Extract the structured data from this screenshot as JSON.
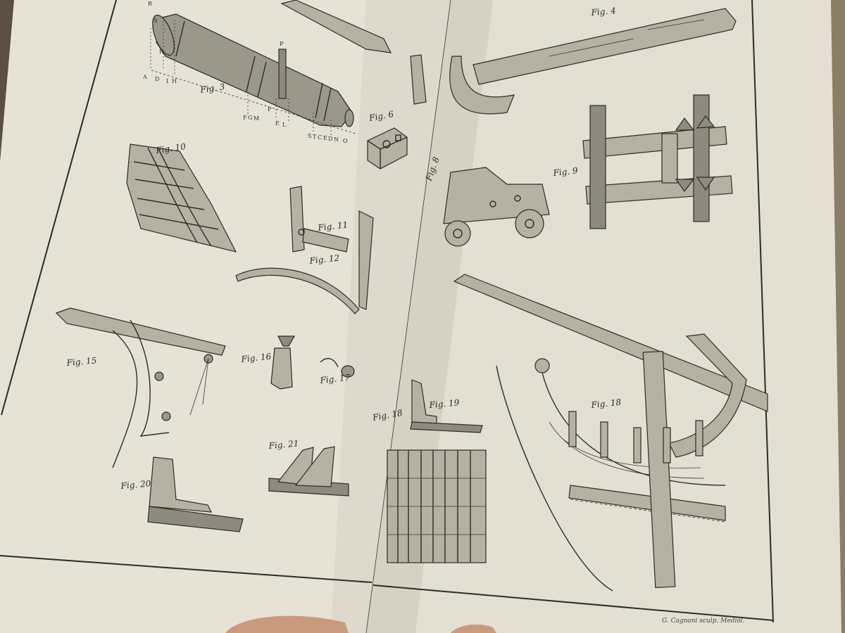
{
  "colors": {
    "paper": "#e6e1d5",
    "paper_shadow": "#cfc8b8",
    "ink": "#2e2b27",
    "background": "#4a4136"
  },
  "figures": {
    "fig3": "Fig. 3",
    "fig4": "Fig. 4",
    "fig6": "Fig. 6",
    "fig8": "Fig. 8",
    "fig9": "Fig. 9",
    "fig10": "Fig. 10",
    "fig11": "Fig. 11",
    "fig12": "Fig. 12",
    "fig15": "Fig. 15",
    "fig16": "Fig. 16",
    "fig17": "Fig. 17",
    "fig18_right": "Fig. 18",
    "fig18_left": "Fig. 18",
    "fig19": "Fig. 19",
    "fig20": "Fig. 20",
    "fig21": "Fig. 21"
  },
  "cannon_letters": {
    "top": [
      "R",
      "S",
      "R"
    ],
    "bottom": [
      "A",
      "D",
      "I",
      "H",
      "F",
      "G",
      "M",
      "E",
      "L",
      "S",
      "T",
      "C",
      "E",
      "D",
      "N",
      "O"
    ],
    "p_upper": "P",
    "p_lower": "P"
  },
  "credit": "G. Cagnoni sculp. Mediol."
}
